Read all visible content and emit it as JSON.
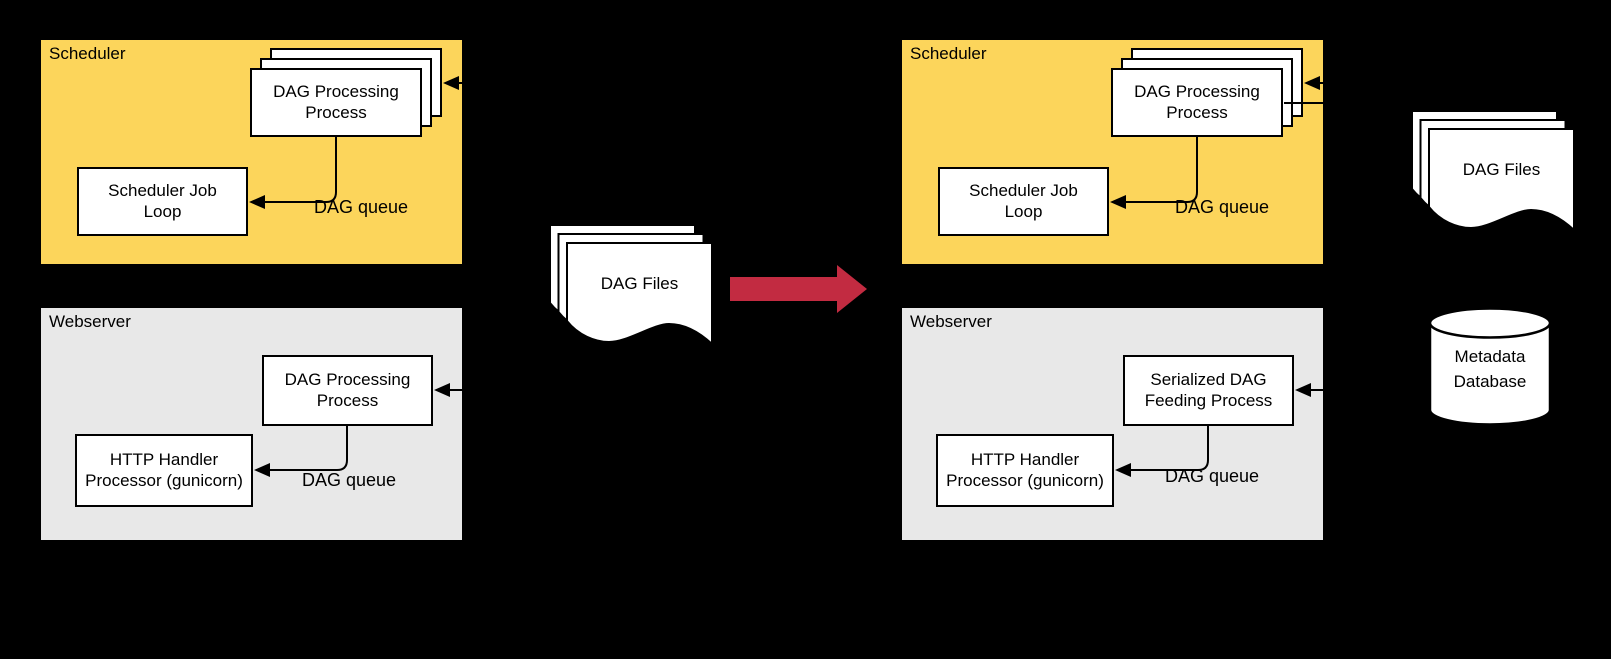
{
  "diagram": {
    "before": {
      "scheduler": {
        "title": "Scheduler",
        "dag_processing_label": "DAG Processing Process",
        "job_loop_label": "Scheduler Job Loop",
        "dag_queue_label": "DAG queue"
      },
      "webserver": {
        "title": "Webserver",
        "dag_processing_label": "DAG Processing Process",
        "http_handler_label": "HTTP Handler Processor (gunicorn)",
        "dag_queue_label": "DAG queue"
      },
      "dag_files_label": "DAG Files"
    },
    "after": {
      "scheduler": {
        "title": "Scheduler",
        "dag_processing_label": "DAG Processing Process",
        "job_loop_label": "Scheduler Job Loop",
        "dag_queue_label": "DAG queue"
      },
      "webserver": {
        "title": "Webserver",
        "serialized_feeding_label": "Serialized DAG Feeding Process",
        "http_handler_label": "HTTP Handler Processor (gunicorn)",
        "dag_queue_label": "DAG queue"
      },
      "dag_files_label": "DAG Files",
      "metadata_db_label": "Metadata Database"
    },
    "icons": {
      "dag_files": "document-stack-icon",
      "metadata_db": "database-cylinder-icon",
      "transition": "red-arrow-right-icon"
    },
    "colors": {
      "background": "#000000",
      "scheduler_fill": "#FCD55B",
      "webserver_fill": "#E8E8E8",
      "node_fill": "#FFFFFF",
      "line": "#000000",
      "transition_arrow": "#C22B41"
    }
  }
}
